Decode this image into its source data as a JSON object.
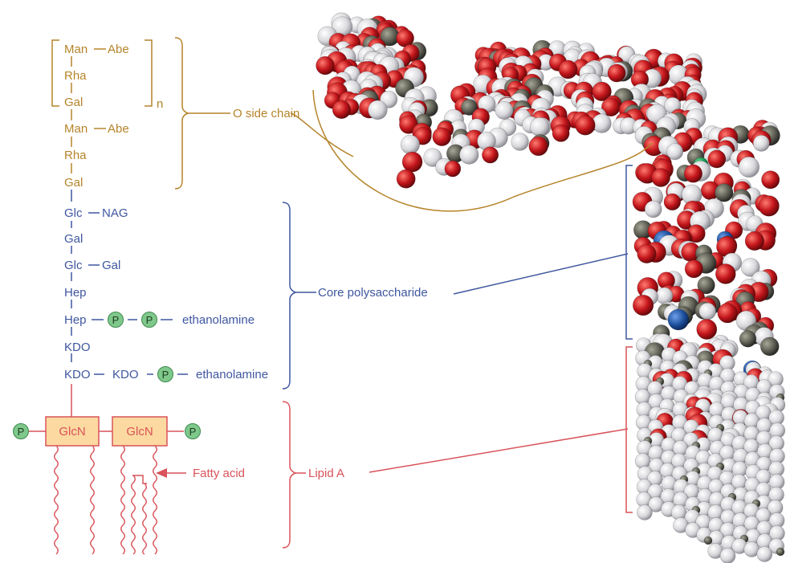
{
  "o_chain": {
    "colors": {
      "line": "#b5842a"
    },
    "repeat_unit": {
      "man": "Man",
      "abe": "Abe",
      "rha": "Rha",
      "gal": "Gal",
      "repeat": "n"
    },
    "lower_unit": {
      "man": "Man",
      "abe": "Abe",
      "rha": "Rha",
      "gal": "Gal"
    },
    "label": "O side chain"
  },
  "core": {
    "colors": {
      "line": "#3f57a0"
    },
    "glc1": "Glc",
    "nag": "NAG",
    "gal1": "Gal",
    "glc2": "Glc",
    "gal2": "Gal",
    "hep1": "Hep",
    "hep2": "Hep",
    "p": "P",
    "ethanolamine1": "ethanolamine",
    "kdo1": "KDO",
    "kdo2": "KDO",
    "kdo3": "KDO",
    "ethanolamine2": "ethanolamine",
    "label": "Core polysaccharide"
  },
  "lipid_a": {
    "colors": {
      "line": "#d9535a",
      "box_fill": "#fcd9a0",
      "phosphate": "#7fc88c"
    },
    "glcn1": "GlcN",
    "glcn2": "GlcN",
    "p": "P",
    "fatty_acid": "Fatty  acid",
    "label": "Lipid A"
  },
  "model": {
    "colors": {
      "oxygen": "#c4161c",
      "hydrogen": "#d8d8dc",
      "carbon": "#5a5a50",
      "nitrogen": "#1c4f9c",
      "phosphorus": "#1a9a55"
    }
  }
}
